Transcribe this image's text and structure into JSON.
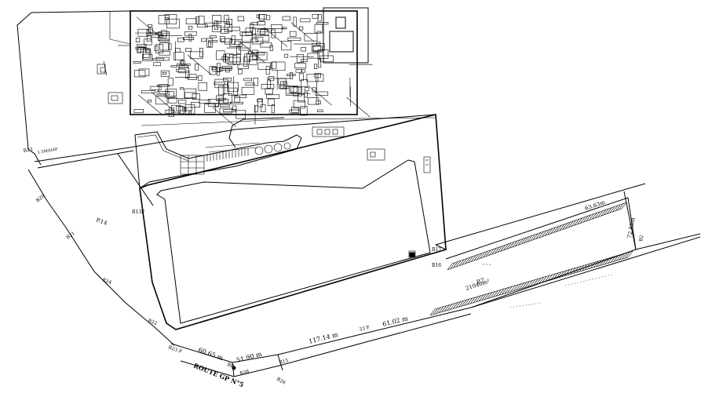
{
  "labels": {
    "b23": "B23",
    "hw": "1.5M/HAF",
    "b20": "B20",
    "b21": "B21",
    "p14": "P.14",
    "b13f": "B13F",
    "b24": "B24",
    "b22": "B22",
    "b23f": "B23 F",
    "d1": "60.65 m",
    "bp": "BP",
    "d2": "51.90 m",
    "route": "ROUTE GP N°5",
    "b38": "B38",
    "b15": "B15",
    "b26": "B26",
    "d3": "117.14 m",
    "s3f": "33 F",
    "d4": "61.02 m",
    "b17": "B17",
    "b16": "B16",
    "p7": "P.7",
    "area": "21040m²",
    "d5": "63.63m",
    "d6": "72.85m",
    "b2": "B2"
  }
}
